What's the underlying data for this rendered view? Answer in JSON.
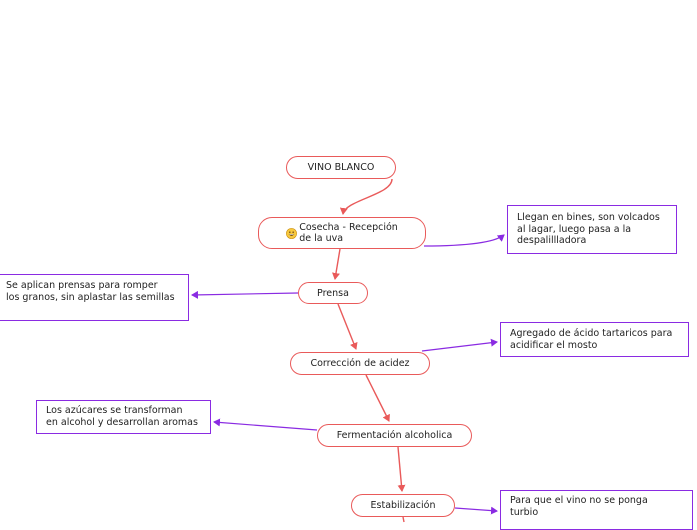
{
  "diagram": {
    "nodes": [
      {
        "id": "vino",
        "text": "VINO BLANCO"
      },
      {
        "id": "cosecha",
        "text": "Cosecha - Recepción\nde la uva",
        "icon": "grinning-face-icon"
      },
      {
        "id": "prensa",
        "text": "Prensa"
      },
      {
        "id": "correccion",
        "text": "Corrección de acidez"
      },
      {
        "id": "fermentacion",
        "text": "Fermentación alcoholica"
      },
      {
        "id": "estabilizacion",
        "text": "Estabilización"
      }
    ],
    "notes": [
      {
        "id": "bines",
        "attached_to": "cosecha",
        "text": "Llegan en bines, son volcados\nal lagar, luego pasa a la\ndespalillladora"
      },
      {
        "id": "prensas",
        "attached_to": "prensa",
        "text": "Se aplican prensas para romper\nlos granos, sin aplastar las semillas"
      },
      {
        "id": "acido",
        "attached_to": "correccion",
        "text": "Agregado de ácido tartaricos para\nacidificar el mosto"
      },
      {
        "id": "azucares",
        "attached_to": "fermentacion",
        "text": "Los azúcares se transforman\nen alcohol y desarrollan aromas"
      },
      {
        "id": "turbio",
        "attached_to": "estabilizacion",
        "text": "Para que el vino no se ponga\nturbio"
      }
    ],
    "colors": {
      "node_border": "#e95a5a",
      "flow_arrow": "#e95a5a",
      "note_border": "#8a2be2",
      "note_arrow": "#8a2be2"
    }
  }
}
